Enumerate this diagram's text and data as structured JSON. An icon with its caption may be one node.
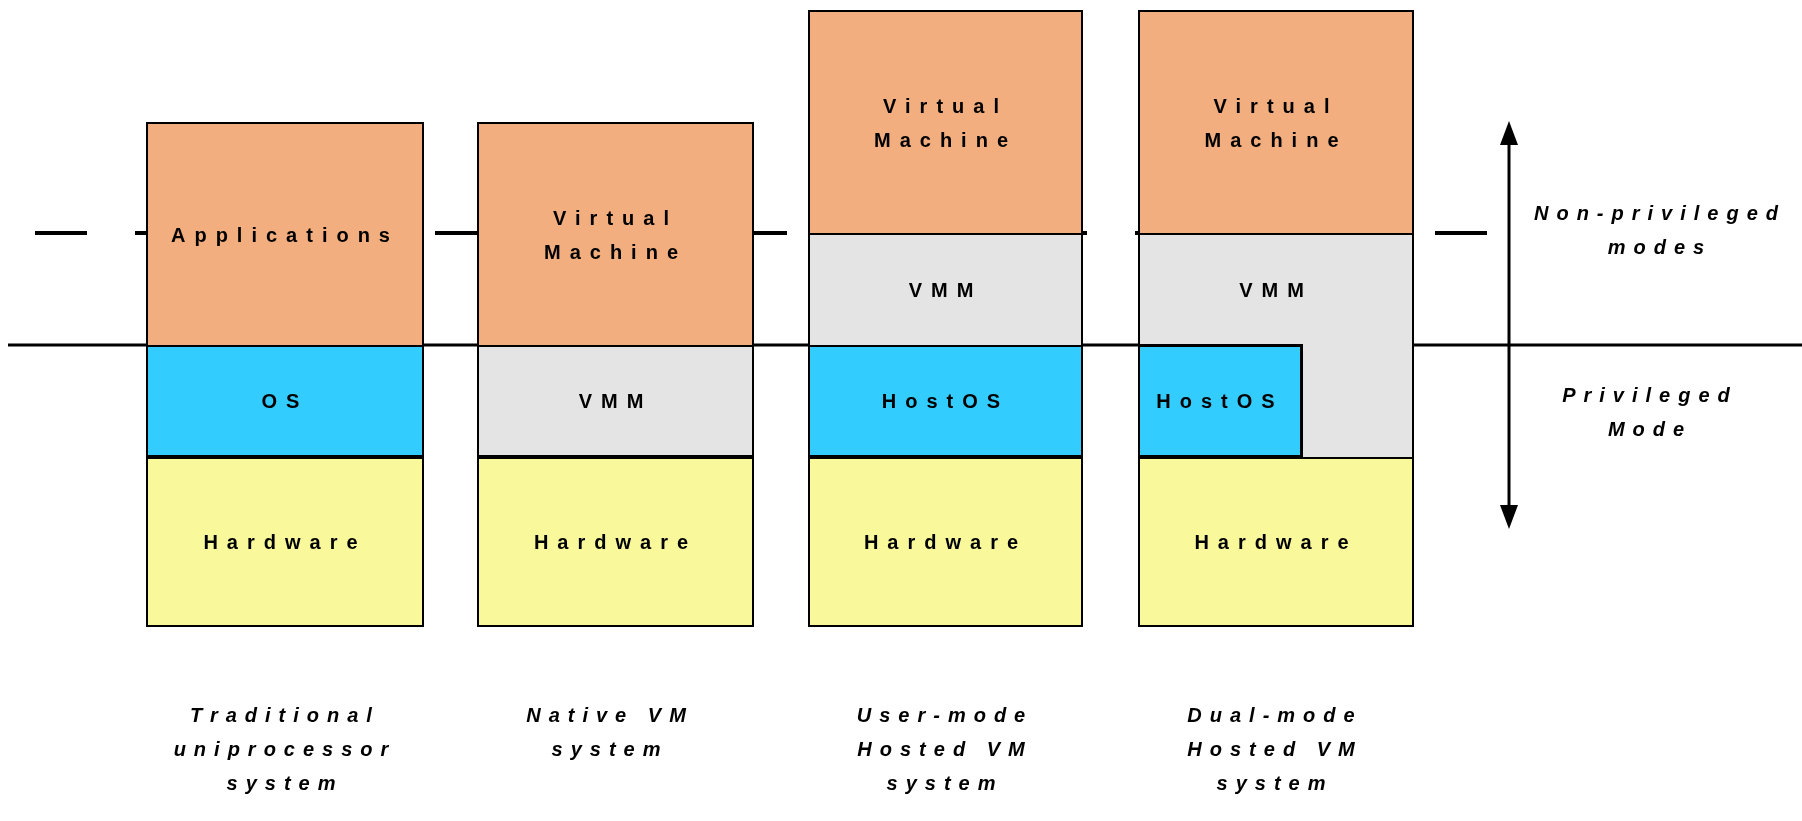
{
  "diagram": {
    "nodes": [
      {
        "text": [
          "Applications"
        ]
      },
      {
        "text": [
          "OS"
        ]
      },
      {
        "text": [
          "Hardware"
        ]
      },
      {
        "text": [
          "Virtual Machine"
        ]
      },
      {
        "text": [
          "VMM"
        ]
      },
      {
        "text": [
          "Hardware"
        ]
      },
      {
        "text": [
          "Virtual Machine"
        ]
      },
      {
        "text": [
          "VMM"
        ]
      },
      {
        "text": [
          "HostOS"
        ]
      },
      {
        "text": [
          "Hardware"
        ]
      },
      {
        "text": [
          "Virtual Machine"
        ]
      },
      {
        "text": [
          "VMM"
        ]
      },
      {
        "text": [
          "HostOS"
        ]
      },
      {
        "text": [
          "Hardware"
        ]
      }
    ],
    "labels": [
      "Non-privileged modes",
      "Privileged Mode",
      "Traditional uniprocessor system",
      "Native VM system",
      "User-mode Hosted VM system",
      "Dual-mode Hosted VM system"
    ]
  }
}
